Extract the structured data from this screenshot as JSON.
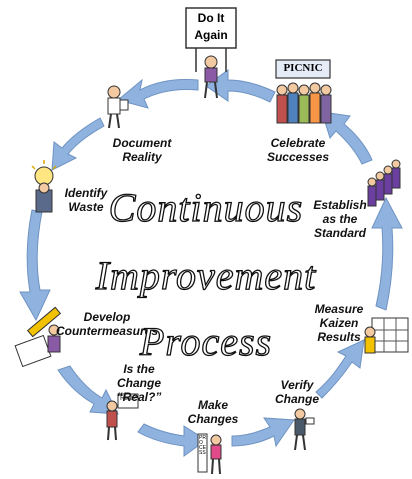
{
  "title": {
    "line1": "Continuous",
    "line2": "Improvement",
    "line3": "Process"
  },
  "steps": {
    "do_it_again": {
      "sign_line1": "Do It",
      "sign_line2": "Again"
    },
    "celebrate": {
      "line1": "Celebrate",
      "line2": "Successes",
      "sign": "PICNIC"
    },
    "establish": {
      "line1": "Establish",
      "line2": "as the",
      "line3": "Standard"
    },
    "measure": {
      "line1": "Measure",
      "line2": "Kaizen",
      "line3": "Results"
    },
    "verify": {
      "line1": "Verify",
      "line2": "Change"
    },
    "make_changes": {
      "line1": "Make",
      "line2": "Changes",
      "sign": "PROCESS"
    },
    "is_real": {
      "line1": "Is the",
      "line2": "Change",
      "line3": "“Real?”",
      "sign": "Real?"
    },
    "develop": {
      "line1": "Develop",
      "line2": "Countermeasures"
    },
    "identify": {
      "line1": "Identify",
      "line2": "Waste"
    },
    "document": {
      "line1": "Document",
      "line2": "Reality"
    }
  },
  "colors": {
    "arrow_fill": "#8fb3de",
    "arrow_stroke": "#6f93c3",
    "title_fill": "#ffffff",
    "title_outline": "#111111"
  }
}
